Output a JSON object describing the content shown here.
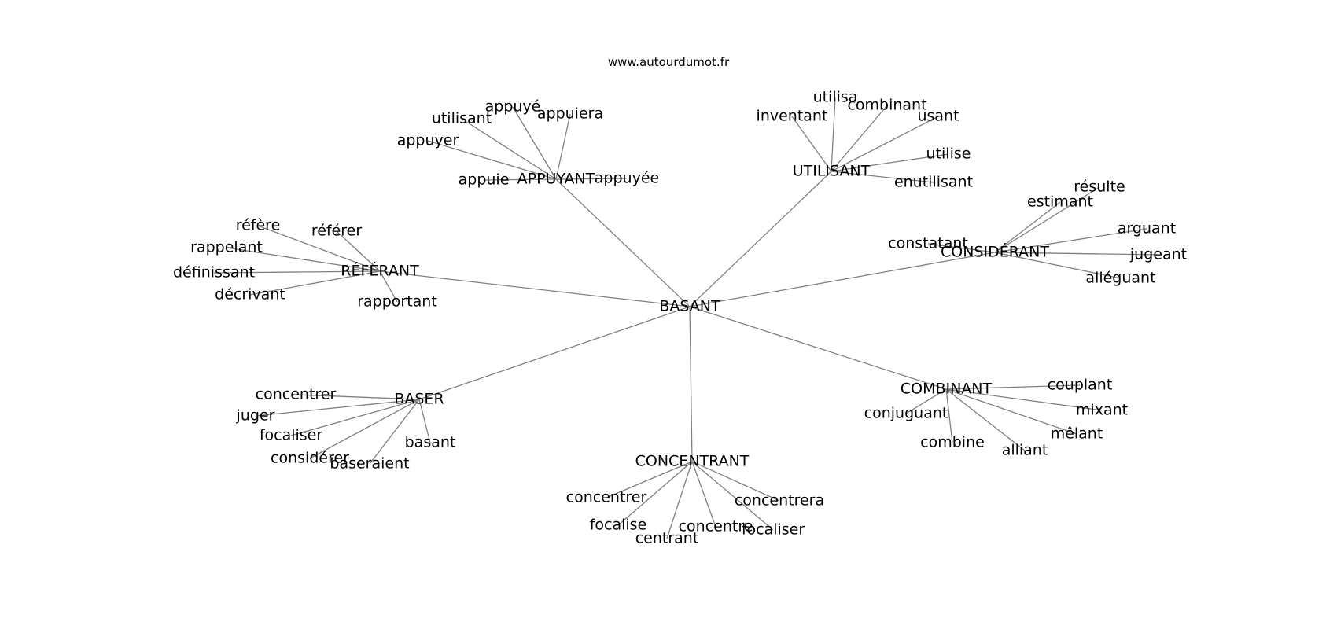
{
  "title": "www.autourdumot.fr",
  "center": {
    "id": "basant",
    "label": "BASANT"
  },
  "groups": [
    {
      "id": "appuyant",
      "label": "APPUYANT",
      "leaves": [
        {
          "id": "appuye",
          "label": "appuyé"
        },
        {
          "id": "appuiera",
          "label": "appuiera"
        },
        {
          "id": "utilisant-1",
          "label": "utilisant"
        },
        {
          "id": "appuyer",
          "label": "appuyer"
        },
        {
          "id": "appuie",
          "label": "appuie"
        },
        {
          "id": "appuyee",
          "label": "appuyée"
        }
      ]
    },
    {
      "id": "utilisant",
      "label": "UTILISANT",
      "leaves": [
        {
          "id": "utilisa",
          "label": "utilisa"
        },
        {
          "id": "combinant-1",
          "label": "combinant"
        },
        {
          "id": "inventant",
          "label": "inventant"
        },
        {
          "id": "usant",
          "label": "usant"
        },
        {
          "id": "utilise",
          "label": "utilise"
        },
        {
          "id": "enutilisant",
          "label": "enutilisant"
        }
      ]
    },
    {
      "id": "referant",
      "label": "RÉFÉRANT",
      "leaves": [
        {
          "id": "refere",
          "label": "réfère"
        },
        {
          "id": "referer",
          "label": "référer"
        },
        {
          "id": "rappelant",
          "label": "rappelant"
        },
        {
          "id": "definissant",
          "label": "définissant"
        },
        {
          "id": "decrivant",
          "label": "décrivant"
        },
        {
          "id": "rapportant",
          "label": "rapportant"
        }
      ]
    },
    {
      "id": "considerant",
      "label": "CONSIDÉRANT",
      "leaves": [
        {
          "id": "resulte",
          "label": "résulte"
        },
        {
          "id": "estimant",
          "label": "estimant"
        },
        {
          "id": "arguant",
          "label": "arguant"
        },
        {
          "id": "constatant",
          "label": "constatant"
        },
        {
          "id": "jugeant",
          "label": "jugeant"
        },
        {
          "id": "alleguant",
          "label": "alléguant"
        }
      ]
    },
    {
      "id": "baser",
      "label": "BASER",
      "leaves": [
        {
          "id": "concentrer-1",
          "label": "concentrer"
        },
        {
          "id": "juger",
          "label": "juger"
        },
        {
          "id": "focaliser-1",
          "label": "focaliser"
        },
        {
          "id": "considerer",
          "label": "considérer"
        },
        {
          "id": "baseraient",
          "label": "baseraient"
        },
        {
          "id": "basant-leaf",
          "label": "basant"
        }
      ]
    },
    {
      "id": "combinant",
      "label": "COMBINANT",
      "leaves": [
        {
          "id": "couplant",
          "label": "couplant"
        },
        {
          "id": "mixant",
          "label": "mixant"
        },
        {
          "id": "conjuguant",
          "label": "conjuguant"
        },
        {
          "id": "melant",
          "label": "mêlant"
        },
        {
          "id": "combine",
          "label": "combine"
        },
        {
          "id": "alliant",
          "label": "alliant"
        }
      ]
    },
    {
      "id": "concentrant",
      "label": "CONCENTRANT",
      "leaves": [
        {
          "id": "concentrer-2",
          "label": "concentrer"
        },
        {
          "id": "concentrera",
          "label": "concentrera"
        },
        {
          "id": "focalise",
          "label": "focalise"
        },
        {
          "id": "concentre",
          "label": "concentre"
        },
        {
          "id": "focaliser-2",
          "label": "focaliser"
        },
        {
          "id": "centrant",
          "label": "centrant"
        }
      ]
    }
  ]
}
